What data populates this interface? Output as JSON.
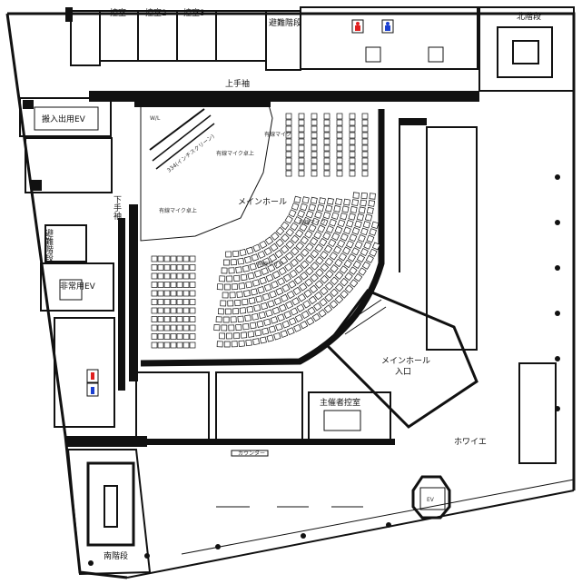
{
  "rooms": {
    "waiting_room_1": "控室",
    "waiting_room_2": "控室2",
    "waiting_room_3": "控室3",
    "evacuation_stairs_top": "避難階段",
    "north_stairs": "北階段",
    "loading_ev": "搬入出用EV",
    "wl": "W/L",
    "screen": "334(インチスクリーン)",
    "stage_right_wing": "上手袖",
    "stage_left_wing": "下手袖",
    "main_hall": "メインホール",
    "wired_mic_1": "有線マイク卓上",
    "wired_mic_2": "有線マイク卓上",
    "wired_mic_3": "有線マイク",
    "wired_mic_4": "有線マイク",
    "wired_mic_5": "有線マイク",
    "evacuation_stairs_left": "避難階段",
    "emergency_ev": "非常用EV",
    "main_hall_entrance_1": "メインホール",
    "main_hall_entrance_2": "入口",
    "organizer_room": "主催者控室",
    "foyer": "ホワイエ",
    "counter": "カウンター",
    "ev": "EV",
    "south_stairs": "南階段"
  },
  "colors": {
    "wall": "#111111",
    "female": "#e02020",
    "male": "#1a3fd0"
  }
}
